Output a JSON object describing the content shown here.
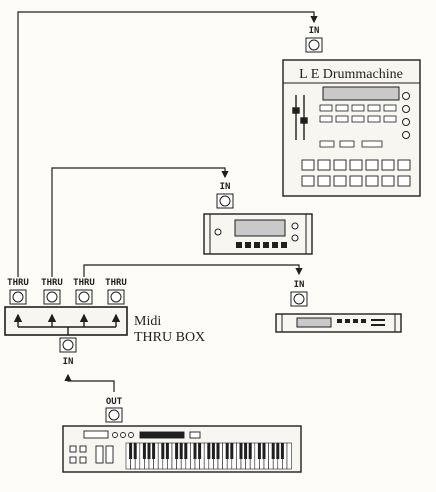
{
  "labels": {
    "drum_title": "L E Drummachine",
    "midi_line1": "Midi",
    "midi_line2": "THRU BOX",
    "in": "IN",
    "out": "OUT",
    "thru": "THRU"
  },
  "colors": {
    "ink": "#1f1f1f",
    "paper": "#fdfcf8",
    "device_fill": "#f7f6f1",
    "screen": "#c9c9c9"
  },
  "icons": [
    "midi-din-port-icon",
    "arrow-down-icon",
    "arrow-up-icon",
    "piano-keyboard-icon"
  ]
}
